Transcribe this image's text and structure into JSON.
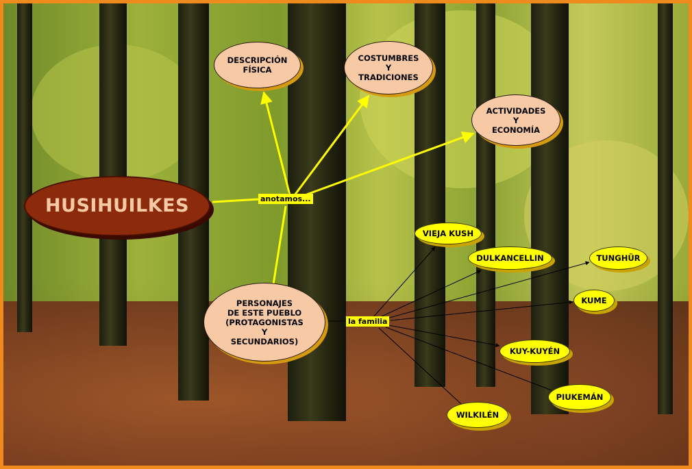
{
  "main_topic": "HUSIHUILKES",
  "link_labels": {
    "anotamos": "anotamos...",
    "familia": "la familia"
  },
  "topics": {
    "descripcion": [
      "DESCRIPCIÓN",
      "FÍSICA"
    ],
    "costumbres": [
      "COSTUMBRES",
      "Y",
      "TRADICIONES"
    ],
    "actividades": [
      "ACTIVIDADES",
      "Y",
      "ECONOMÍA"
    ],
    "personajes": [
      "PERSONAJES",
      "DE ESTE PUEBLO",
      "(PROTAGONISTAS",
      "Y",
      "SECUNDARIOS)"
    ]
  },
  "family": {
    "vieja_kush": "VIEJA KUSH",
    "dulkancellin": "DULKANCELLIN",
    "tunghur": "TUNGHÜR",
    "kume": "KUME",
    "kuy_kuyen": "KUY-KUYÉN",
    "piukeman": "PIUKEMÁN",
    "wilkilen": "WILKILÉN"
  },
  "colors": {
    "frame": "#f08a1c",
    "main_fill": "#8c2a0c",
    "main_text": "#f7c9a4",
    "topic_fill": "#f7c9a4",
    "char_fill": "#ffff00",
    "arrow_yellow": "#ffff00",
    "arrow_black": "#000000"
  }
}
